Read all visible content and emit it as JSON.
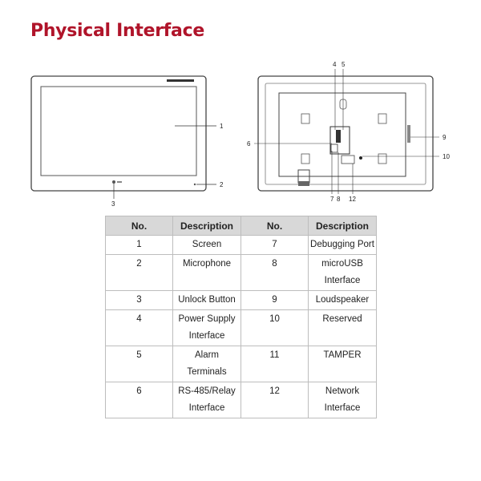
{
  "page": {
    "title": "Physical Interface"
  },
  "figure": {
    "front_callouts": [
      "1",
      "2",
      "3"
    ],
    "back_callouts": [
      "4",
      "5",
      "6",
      "7",
      "8",
      "9",
      "10",
      "12"
    ]
  },
  "table": {
    "headers": [
      "No.",
      "Description",
      "No.",
      "Description"
    ],
    "rows": [
      {
        "no_left": "1",
        "desc_left": "Screen",
        "no_right": "7",
        "desc_right": "Debugging Port"
      },
      {
        "no_left": "2",
        "desc_left": "Microphone",
        "no_right": "8",
        "desc_right": "microUSB Interface"
      },
      {
        "no_left": "3",
        "desc_left": "Unlock Button",
        "no_right": "9",
        "desc_right": "Loudspeaker"
      },
      {
        "no_left": "4",
        "desc_left": "Power Supply Interface",
        "no_right": "10",
        "desc_right": "Reserved"
      },
      {
        "no_left": "5",
        "desc_left": "Alarm Terminals",
        "no_right": "11",
        "desc_right": "TAMPER"
      },
      {
        "no_left": "6",
        "desc_left": "RS-485/Relay Interface",
        "no_right": "12",
        "desc_right": "Network Interface"
      }
    ]
  },
  "colors": {
    "title": "#b0142a",
    "header_bg": "#d8d8d8",
    "border": "#bdbdbd"
  }
}
